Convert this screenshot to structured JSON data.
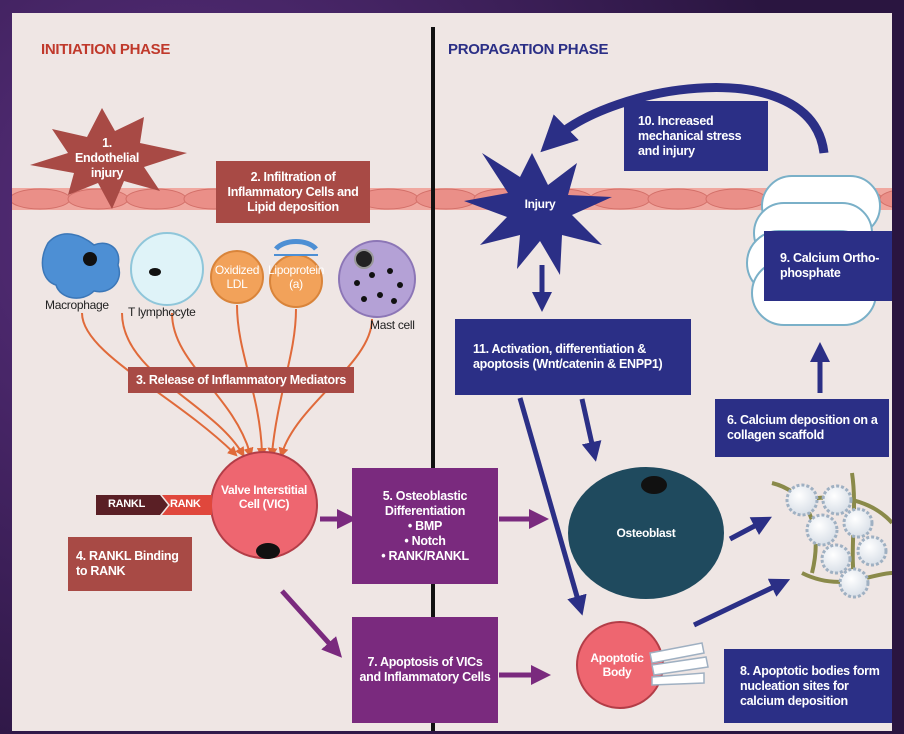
{
  "phases": {
    "initiation": "INITIATION PHASE",
    "propagation": "PROPAGATION PHASE"
  },
  "steps": {
    "s1": "1. Endothelial injury",
    "s2": "2. Infiltration of Inflammatory Cells and Lipid deposition",
    "s3": "3. Release of Inflammatory Mediators",
    "s4": "4. RANKL Binding to RANK",
    "s5_title": "5. Osteoblastic Differentiation",
    "s5_items": [
      "• BMP",
      "• Notch",
      "• RANK/RANKL"
    ],
    "s6": "6. Calcium deposition on a collagen scaffold",
    "s7": "7. Apoptosis of VICs and Inflammatory Cells",
    "s8": "8. Apoptotic bodies form nucleation sites for calcium deposition",
    "s9": "9. Calcium Ortho-phosphate",
    "s10": "10. Increased mechanical stress and injury",
    "s11": "11. Activation, differentiation & apoptosis (Wnt/catenin & ENPP1)"
  },
  "cells": {
    "macrophage": "Macrophage",
    "t_lymphocyte": "T lymphocyte",
    "oxidized_ldl": "Oxidized LDL",
    "lipoprotein": "Lipoprotein (a)",
    "mast_cell": "Mast cell",
    "vic": "Valve Interstitial Cell (VIC)",
    "osteoblast": "Osteoblast",
    "apoptotic_body": "Apoptotic Body",
    "injury": "Injury"
  },
  "rank": {
    "rankl": "RANKL",
    "rank": "RANK"
  },
  "colors": {
    "initiation": "#c0392b",
    "propagation": "#2b2f86",
    "brown_box": "#a84a45",
    "navy_box": "#2b2f86",
    "purple_box": "#7a2a7e",
    "orange_arrows": "#e06a3a"
  }
}
